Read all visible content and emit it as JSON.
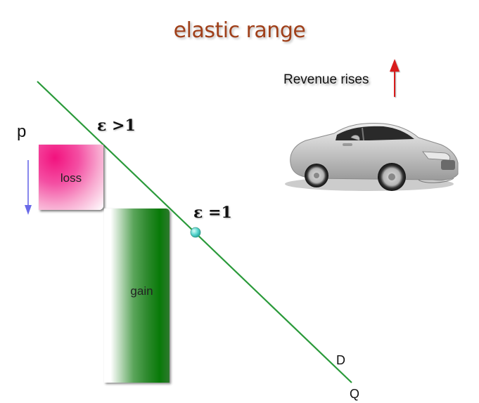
{
  "title": "elastic range",
  "annotation": {
    "revenue_label": "Revenue rises",
    "revenue_arrow_icon": "up-arrow",
    "revenue_arrow_color": "#d81e1e",
    "price_arrow_icon": "down-arrow",
    "price_arrow_color": "#6a6ae8"
  },
  "axes": {
    "y_label": "p",
    "x_label": "Q",
    "axis_color": "#2a9a3a"
  },
  "demand_curve": {
    "label": "D",
    "color": "#2a9a3a"
  },
  "elasticity_labels": {
    "elastic": "ε >1",
    "unit": "ε =1",
    "unit_point_color": "#59d6cf"
  },
  "regions": {
    "loss": {
      "label": "loss",
      "color": "#f2127e"
    },
    "gain": {
      "label": "gain",
      "color": "#087a08"
    }
  },
  "image": {
    "description": "silver sedan car",
    "icon": "car-image"
  }
}
